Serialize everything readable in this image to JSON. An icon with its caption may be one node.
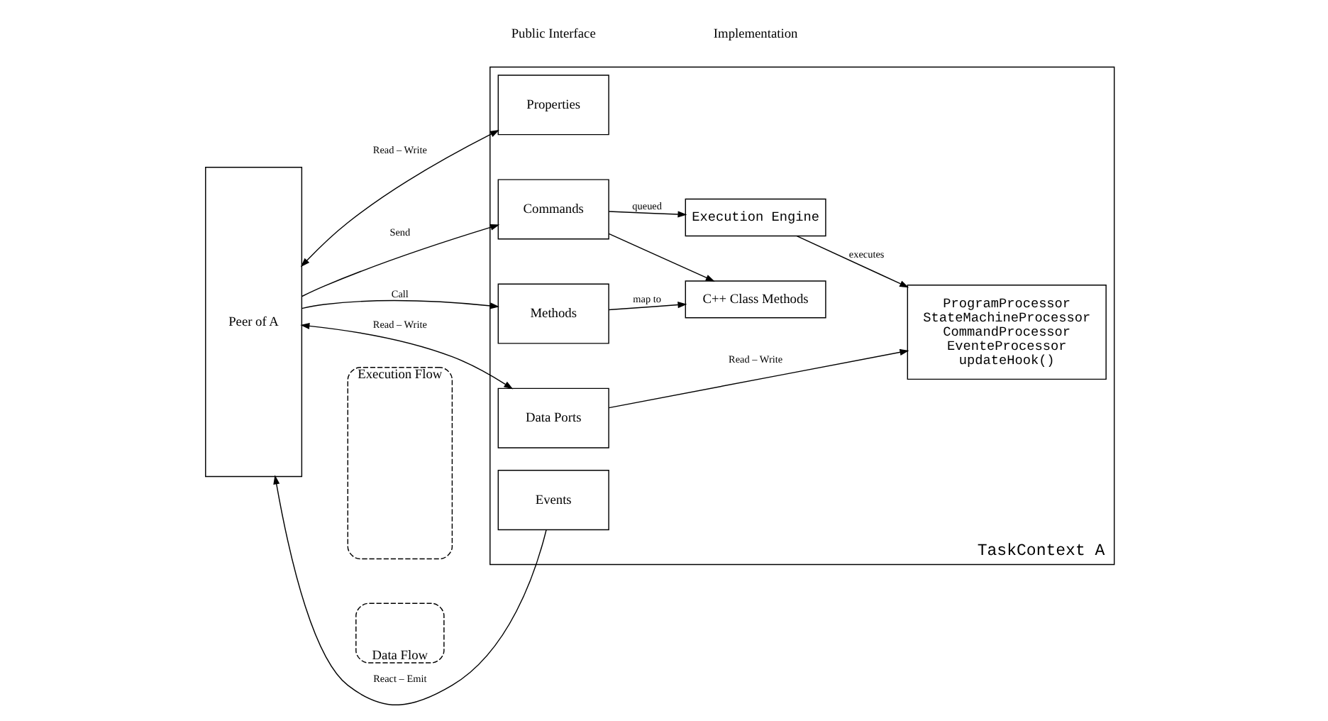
{
  "diagram": {
    "nodes": [
      {
        "text": [
          "Peer of A"
        ]
      },
      {
        "text": [
          "TaskContext A"
        ]
      },
      {
        "text": [
          "Events"
        ],
        "in": 1
      },
      {
        "text": [
          "Properties"
        ],
        "in": 1
      },
      {
        "text": [
          "Commands"
        ],
        "in": 1
      },
      {
        "text": [
          "Methods"
        ],
        "in": 1
      },
      {
        "text": [
          "Data Ports"
        ],
        "in": 1
      },
      {
        "text": [
          "ProgramProcessor",
          "StateMachineProcessor",
          "CommandProcessor",
          "EventeProcessor",
          "updateHook()"
        ],
        "in": 1
      },
      {
        "text": [
          "Execution Engine"
        ],
        "in": 1
      },
      {
        "text": [
          "C++ Class Methods"
        ],
        "in": 1
      },
      {
        "text": [
          "Execution Flow"
        ]
      },
      {
        "text": [
          "Data Flow"
        ]
      }
    ],
    "edges": [
      {
        "from": 2,
        "to": 0,
        "arrow": "to",
        "label": "React – Emit"
      },
      {
        "from": 0,
        "to": 3,
        "arrow": "both",
        "label": "Read – Write"
      },
      {
        "from": 0,
        "to": 4,
        "arrow": "to",
        "label": "Send"
      },
      {
        "from": 0,
        "to": 5,
        "arrow": "to",
        "label": "Call"
      },
      {
        "from": 0,
        "to": 6,
        "arrow": "both",
        "label": "Read – Write"
      },
      {
        "from": 4,
        "to": 8,
        "arrow": "to",
        "label": "queued"
      },
      {
        "from": 8,
        "to": 7,
        "arrow": "to",
        "label": "executes"
      },
      {
        "from": 4,
        "to": 9,
        "arrow": "to"
      },
      {
        "from": 5,
        "to": 9,
        "arrow": "to",
        "label": "map to"
      },
      {
        "from": 6,
        "to": 7,
        "arrow": "to",
        "label": "Read – Write"
      }
    ],
    "labels": [
      "Public Interface",
      "Implementation"
    ]
  }
}
